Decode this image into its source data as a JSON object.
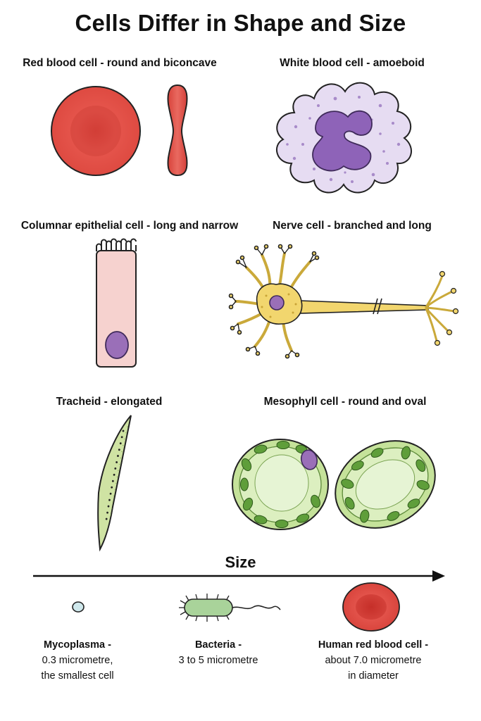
{
  "title": "Cells Differ in Shape and Size",
  "panels": {
    "rbc": "Red blood cell - round and biconcave",
    "wbc": "White blood cell - amoeboid",
    "columnar": "Columnar epithelial cell - long and narrow",
    "nerve": "Nerve cell - branched and long",
    "tracheid": "Tracheid - elongated",
    "mesophyll": "Mesophyll cell - round and oval"
  },
  "size": {
    "title": "Size",
    "items": [
      {
        "name": "Mycoplasma -",
        "line1": "0.3 micrometre,",
        "line2": "the smallest cell"
      },
      {
        "name": "Bacteria -",
        "line1": "3 to 5 micrometre",
        "line2": ""
      },
      {
        "name": "Human red blood cell -",
        "line1": "about 7.0 micrometre",
        "line2": "in diameter"
      }
    ]
  },
  "colors": {
    "rbc": "#e0473f",
    "wbc_cytoplasm": "#e6dcf2",
    "wbc_nucleus": "#8e63b8",
    "epithelial": "#f6d2cf",
    "neuron": "#f2d66e",
    "plant_green": "#9fcf6a",
    "chloroplast": "#5f9e3a"
  }
}
